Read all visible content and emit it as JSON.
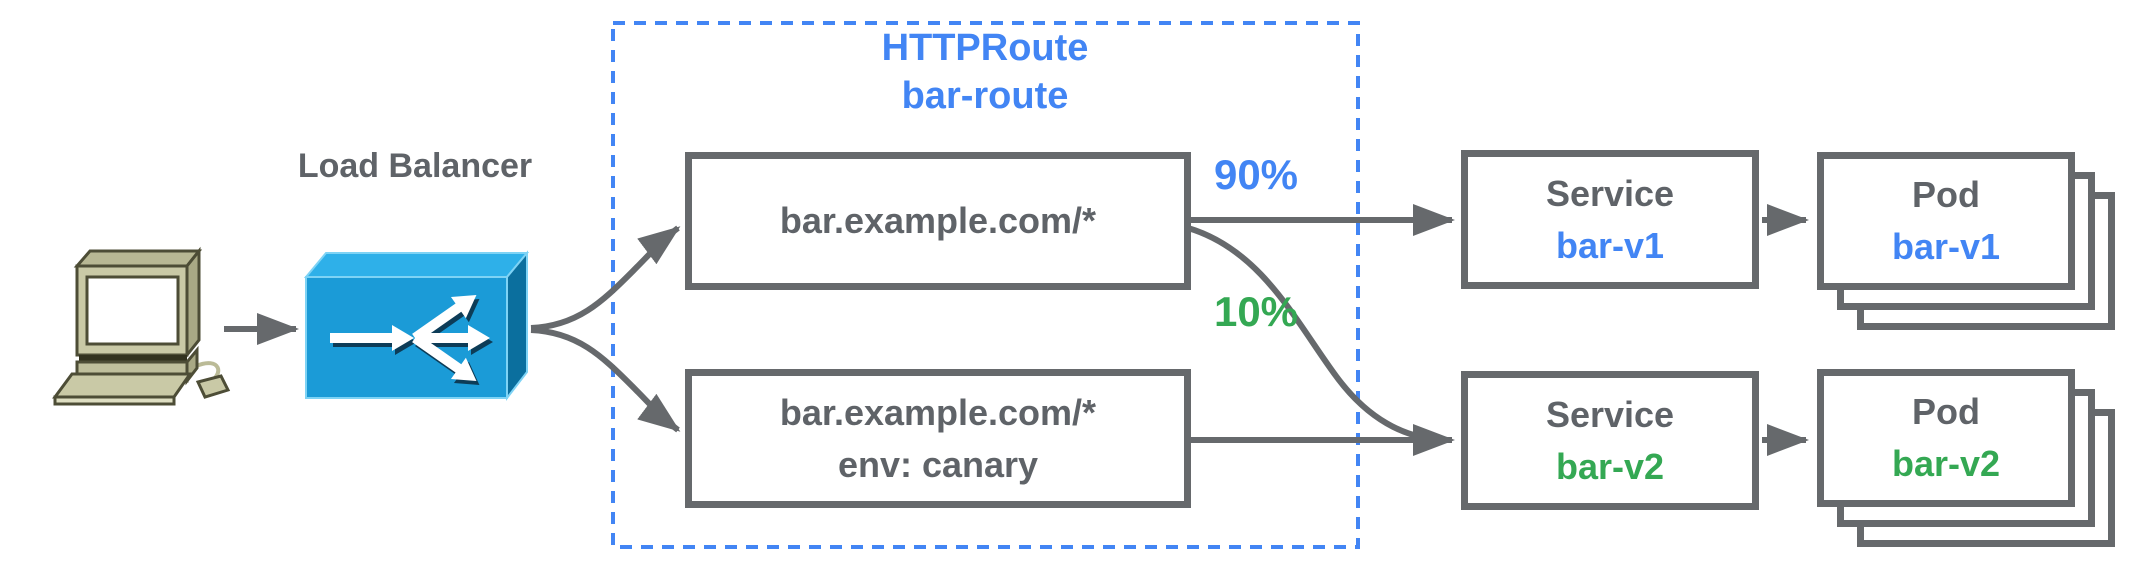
{
  "labels": {
    "load_balancer": "Load Balancer"
  },
  "httproute": {
    "kind": "HTTPRoute",
    "name": "bar-route"
  },
  "weights": {
    "v1": "90%",
    "v2": "10%"
  },
  "routes": [
    {
      "line1": "bar.example.com/*"
    },
    {
      "line1": "bar.example.com/*",
      "line2": "env: canary"
    }
  ],
  "services": [
    {
      "kind": "Service",
      "name": "bar-v1"
    },
    {
      "kind": "Service",
      "name": "bar-v2"
    }
  ],
  "pods": [
    {
      "kind": "Pod",
      "name": "bar-v1"
    },
    {
      "kind": "Pod",
      "name": "bar-v2"
    }
  ],
  "icons": {
    "client": "computer-icon",
    "lb": "load-balancer-icon"
  },
  "colors": {
    "accent_blue": "#4285F4",
    "accent_green": "#34A853",
    "text_gray": "#5F6368",
    "line_gray": "#66696C",
    "dashed_border": "#4285F4",
    "lb_front_blue": "#1B9BD7",
    "lb_top_blue": "#2EB0E9",
    "lb_side_blue": "#0B6F9E",
    "computer_beige": "#C9C9A6"
  }
}
